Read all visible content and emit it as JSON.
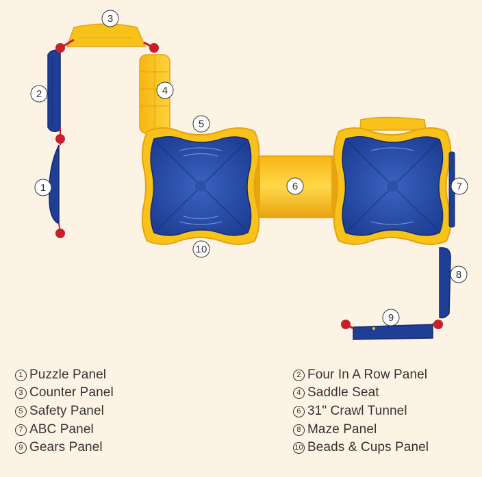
{
  "callouts": [
    "1",
    "2",
    "3",
    "4",
    "5",
    "6",
    "7",
    "8",
    "9",
    "10"
  ],
  "legend": [
    {
      "num": "1",
      "label": "Puzzle Panel"
    },
    {
      "num": "2",
      "label": "Four In A Row Panel"
    },
    {
      "num": "3",
      "label": "Counter Panel"
    },
    {
      "num": "4",
      "label": "Saddle Seat"
    },
    {
      "num": "5",
      "label": "Safety Panel"
    },
    {
      "num": "6",
      "label": "31\" Crawl Tunnel"
    },
    {
      "num": "7",
      "label": "ABC Panel"
    },
    {
      "num": "8",
      "label": "Maze Panel"
    },
    {
      "num": "9",
      "label": "Gears Panel"
    },
    {
      "num": "10",
      "label": "Beads & Cups Panel"
    }
  ],
  "colors": {
    "background": "#fdf3e4",
    "yellow": "#f9c21a",
    "yellow_dark": "#e3a20f",
    "blue": "#1e3f95",
    "blue_dark": "#142a6b",
    "connector_red": "#c8202a"
  }
}
